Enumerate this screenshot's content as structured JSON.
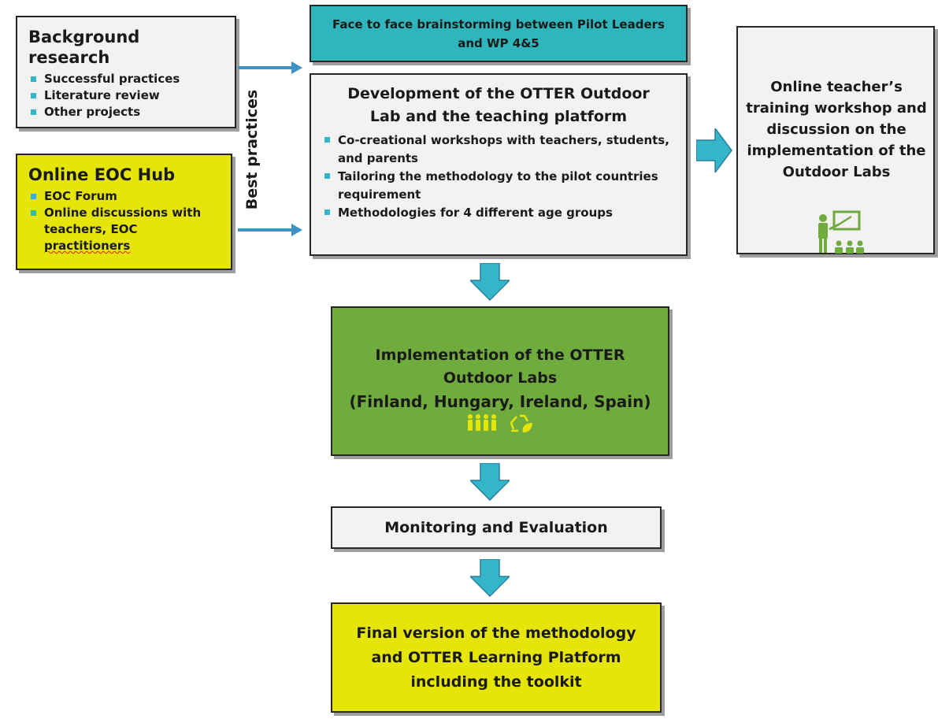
{
  "background_research": {
    "title": "Background research",
    "items": [
      "Successful practices",
      "Literature review",
      "Other projects"
    ]
  },
  "online_hub": {
    "title": "Online EOC Hub",
    "items": [
      "EOC Forum",
      "Online discussions with teachers, EOC "
    ],
    "last_word": "practitioners"
  },
  "side_label": "Best practices",
  "brainstorm": {
    "text": "Face to face brainstorming between Pilot Leaders and WP 4&5"
  },
  "development": {
    "title": "Development of the OTTER Outdoor Lab and the teaching platform",
    "items": [
      "Co-creational workshops with teachers, students, and parents",
      "Tailoring the methodology to the pilot countries requirement",
      "Methodologies for 4 different age groups"
    ]
  },
  "training": {
    "text": "Online teacher’s training workshop and discussion on the implementation of the Outdoor Labs",
    "icon": "teacher-presentation-icon"
  },
  "implementation": {
    "title": "Implementation of the OTTER Outdoor Labs",
    "countries": "(Finland, Hungary, Ireland, Spain)",
    "icons": [
      "group-people-icon",
      "recycle-leaf-icon"
    ]
  },
  "monitoring": {
    "text": "Monitoring and Evaluation"
  },
  "final": {
    "text": "Final version of the methodology and OTTER Learning Platform including the toolkit"
  },
  "colors": {
    "grey_box": "#f2f2f2",
    "yellow_box": "#e6e50a",
    "green_box": "#70ab3e",
    "teal_box": "#2fb5bb",
    "arrow": "#3e92c4",
    "block_arrow": "#35b6c8",
    "bullet": "#35b6c8"
  }
}
